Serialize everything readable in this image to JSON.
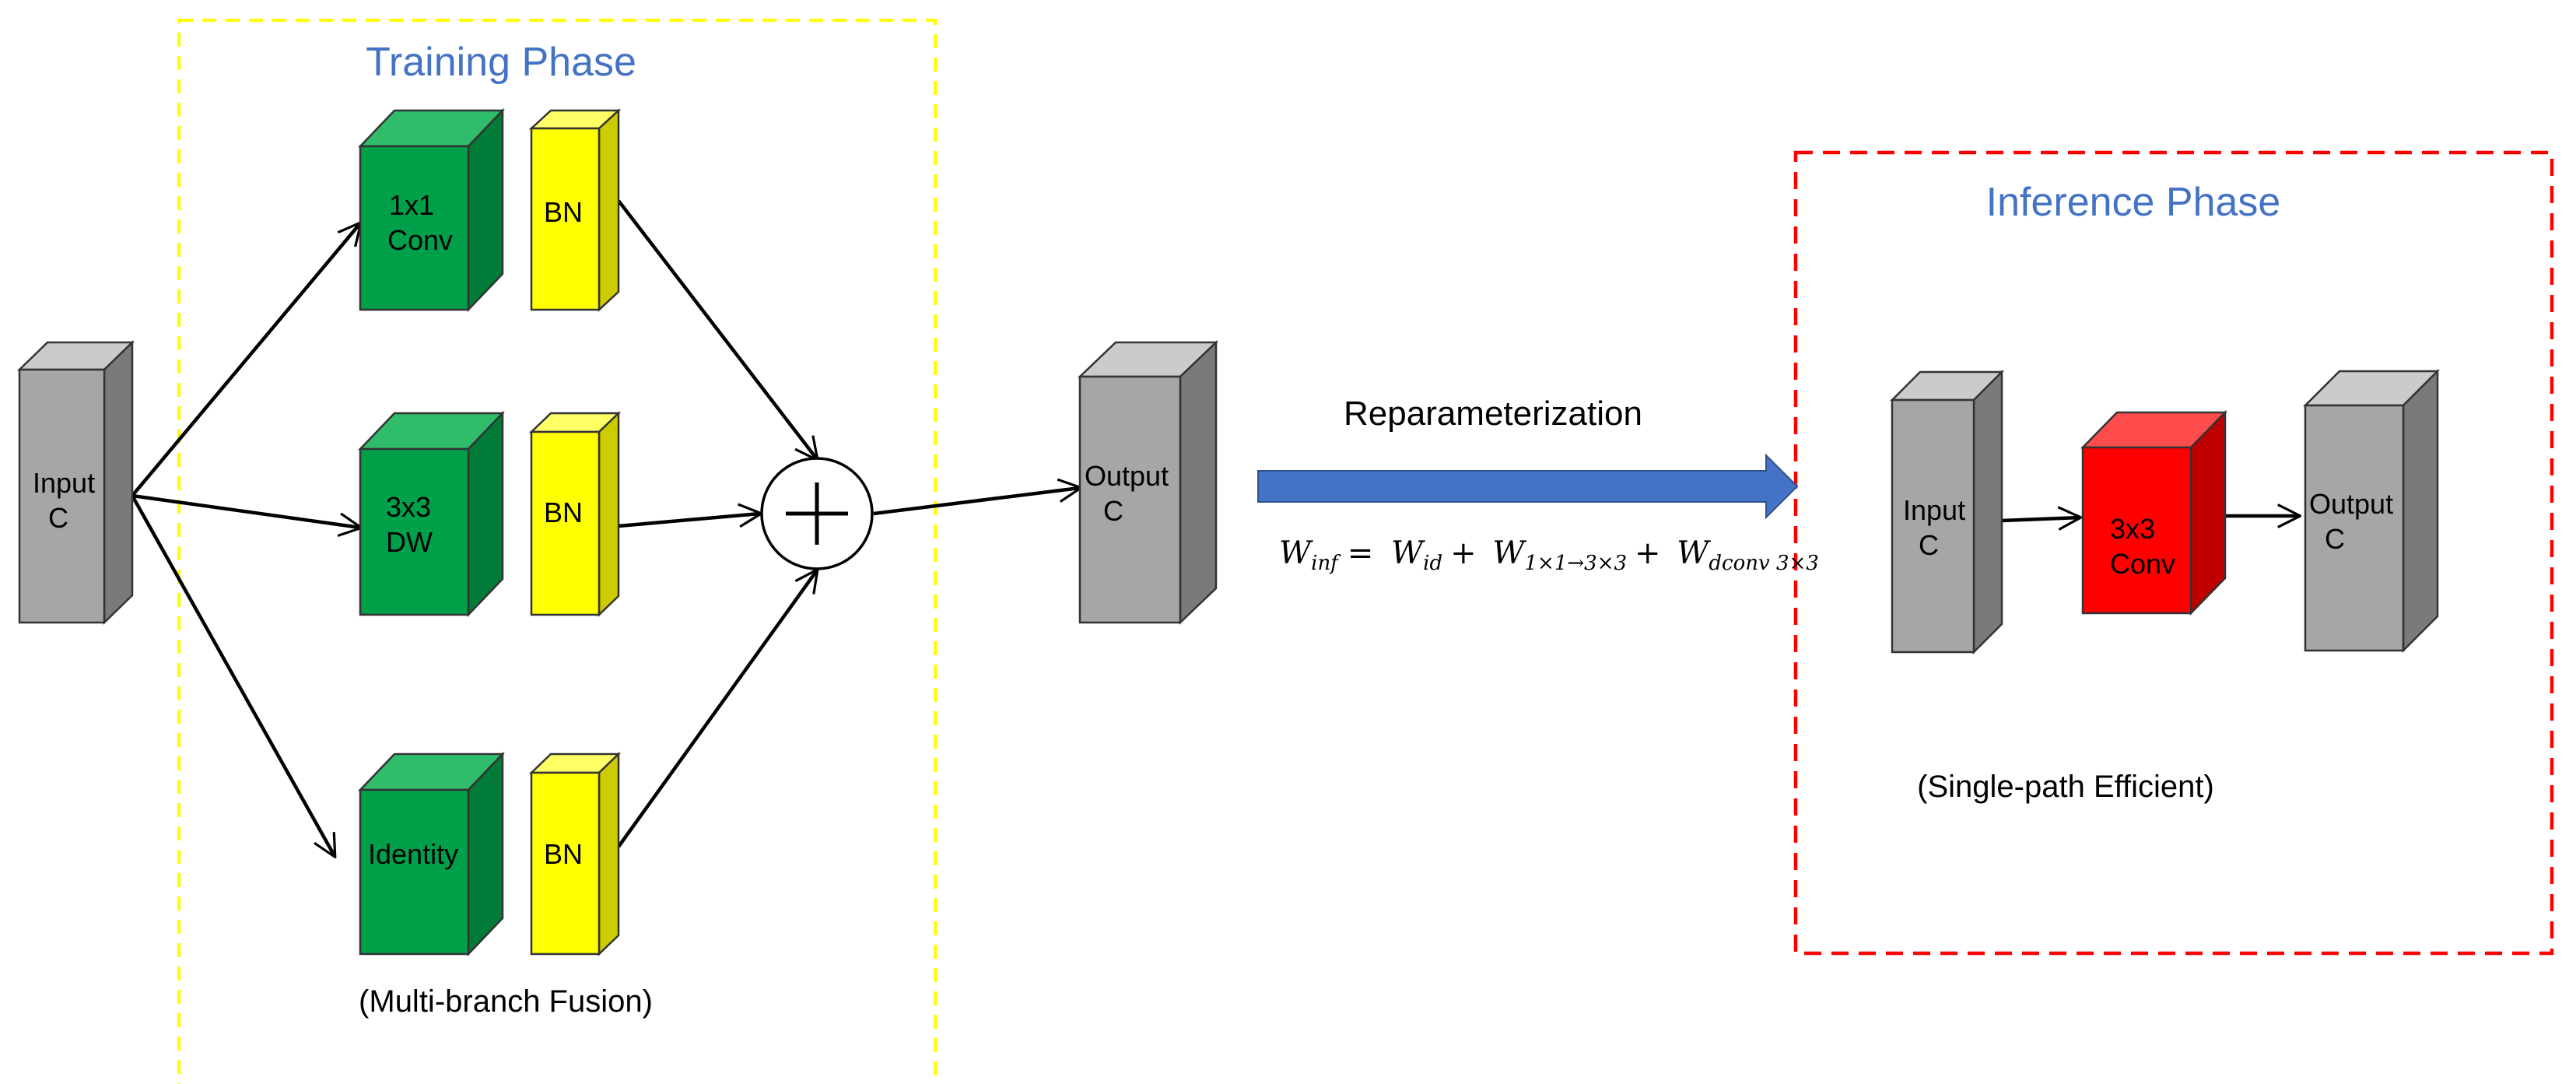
{
  "colors": {
    "gray": "#a6a6a6",
    "green": "#00a04a",
    "yellow": "#ffff00",
    "red": "#ff0000",
    "phase_title": "#4472c4",
    "training_border": "#ffff00",
    "inference_border": "#ff0000",
    "reparam_arrow": "#4472c4"
  },
  "training": {
    "title": "Training Phase",
    "caption": "(Multi-branch Fusion)",
    "input": [
      "Input",
      "C"
    ],
    "branch1": {
      "conv": [
        "1x1",
        "Conv"
      ],
      "bn": "BN"
    },
    "branch2": {
      "conv": [
        "3x3",
        "DW"
      ],
      "bn": "BN"
    },
    "branch3": {
      "conv": [
        "Identity"
      ],
      "bn": "BN"
    },
    "sum_icon": "plus-circle-icon",
    "output": [
      "Output",
      "C"
    ]
  },
  "reparam": {
    "label": "Reparameterization",
    "equation": {
      "lhs": "W",
      "lhs_sub": "inf",
      "t1": "W",
      "t1_sub": "id",
      "t2": "W",
      "t2_sub": "1×1→3×3",
      "t3": "W",
      "t3_sub": "dconv 3×3"
    }
  },
  "inference": {
    "title": "Inference Phase",
    "caption": "(Single-path Efficient)",
    "input": [
      "Input",
      "C"
    ],
    "conv": [
      "3x3",
      "Conv"
    ],
    "output": [
      "Output",
      "C"
    ]
  }
}
